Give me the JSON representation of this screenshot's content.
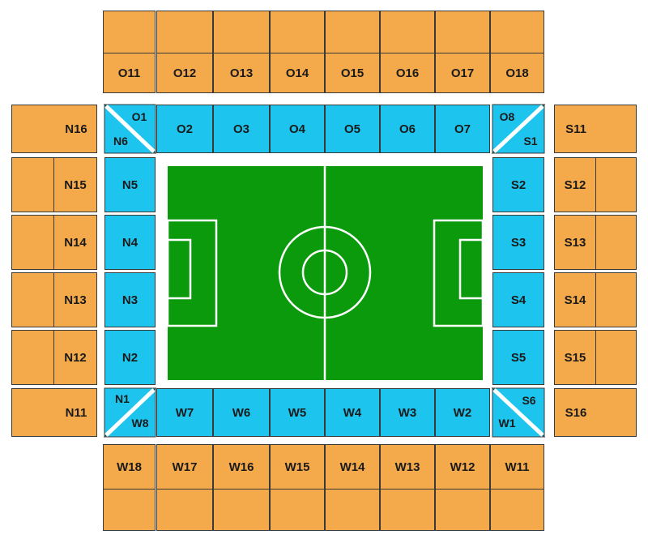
{
  "colors": {
    "upper_tier": "#f4a94a",
    "lower_tier": "#1cc4ee",
    "pitch": "#0a9a0c",
    "lines": "#ffffff"
  },
  "sections": {
    "O11": "O11",
    "O12": "O12",
    "O13": "O13",
    "O14": "O14",
    "O15": "O15",
    "O16": "O16",
    "O17": "O17",
    "O18": "O18",
    "O1": "O1",
    "O2": "O2",
    "O3": "O3",
    "O4": "O4",
    "O5": "O5",
    "O6": "O6",
    "O7": "O7",
    "O8": "O8",
    "N1": "N1",
    "N2": "N2",
    "N3": "N3",
    "N4": "N4",
    "N5": "N5",
    "N6": "N6",
    "N11": "N11",
    "N12": "N12",
    "N13": "N13",
    "N14": "N14",
    "N15": "N15",
    "N16": "N16",
    "S1": "S1",
    "S2": "S2",
    "S3": "S3",
    "S4": "S4",
    "S5": "S5",
    "S6": "S6",
    "S11": "S11",
    "S12": "S12",
    "S13": "S13",
    "S14": "S14",
    "S15": "S15",
    "S16": "S16",
    "W1": "W1",
    "W2": "W2",
    "W3": "W3",
    "W4": "W4",
    "W5": "W5",
    "W6": "W6",
    "W7": "W7",
    "W8": "W8",
    "W11": "W11",
    "W12": "W12",
    "W13": "W13",
    "W14": "W14",
    "W15": "W15",
    "W16": "W16",
    "W17": "W17",
    "W18": "W18"
  }
}
